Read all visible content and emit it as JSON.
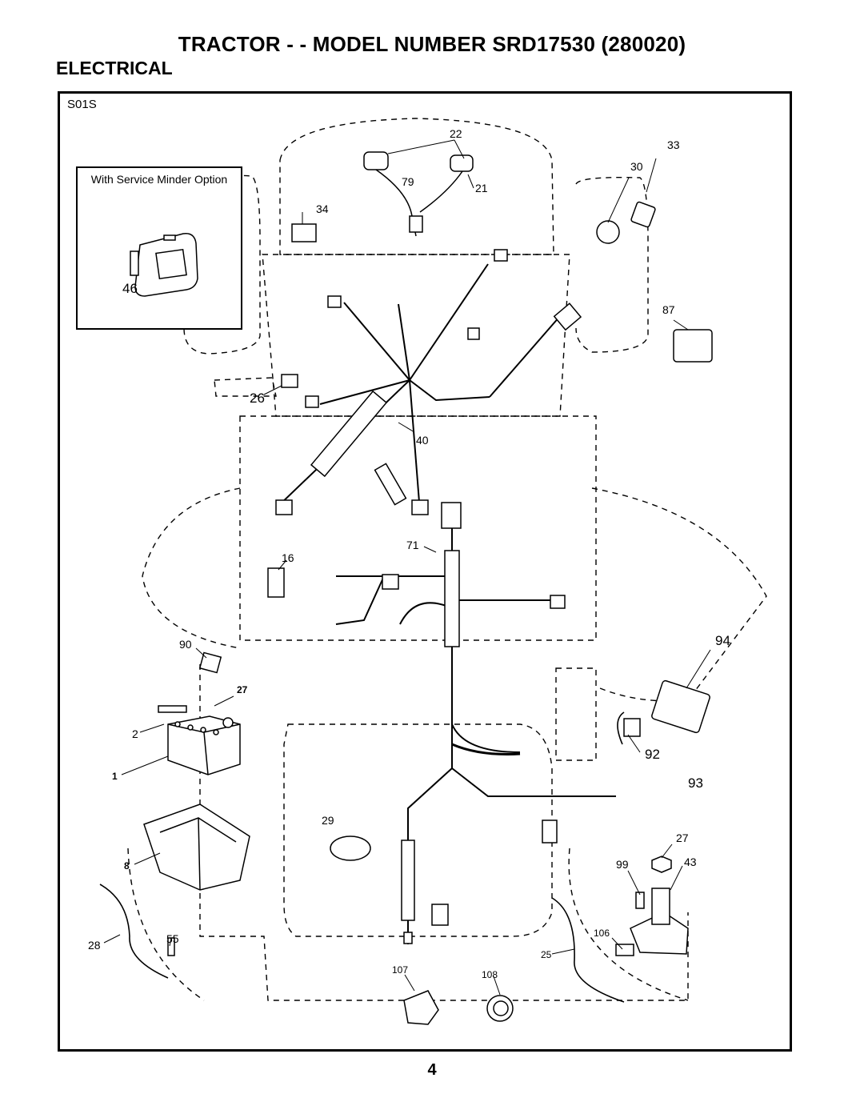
{
  "header": {
    "title": "TRACTOR - - MODEL NUMBER SRD17530 (280020)",
    "section": "ELECTRICAL"
  },
  "diagram": {
    "code": "S01S",
    "inset_label": "With Service Minder Option",
    "callouts": [
      "22",
      "33",
      "30",
      "79",
      "21",
      "34",
      "46",
      "87",
      "26",
      "40",
      "71",
      "16",
      "90",
      "94",
      "27",
      "2",
      "1",
      "92",
      "93",
      "29",
      "8",
      "27",
      "99",
      "43",
      "28",
      "55",
      "106",
      "25",
      "107",
      "108"
    ]
  },
  "footer": {
    "page_number": "4"
  }
}
